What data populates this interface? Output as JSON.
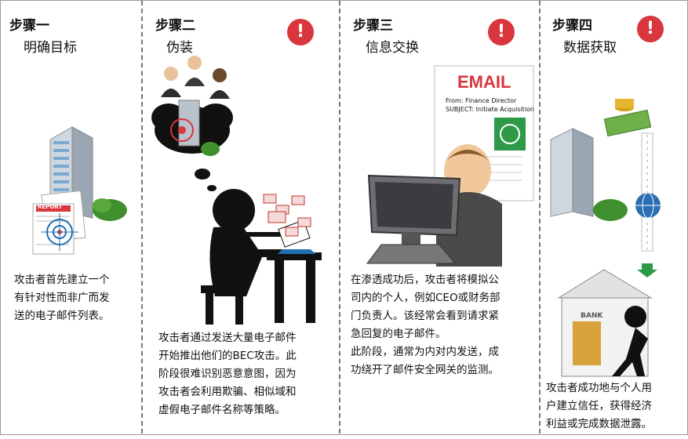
{
  "steps": [
    {
      "title": "步骤一",
      "subtitle": "明确目标",
      "description": [
        "攻击者首先建立一个",
        "有针对性而非广而发",
        "送的电子邮件列表。"
      ],
      "report_label": "REPORT"
    },
    {
      "title": "步骤二",
      "subtitle": "伪装",
      "description": [
        "攻击者通过发送大量电子邮件",
        "开始推出他们的BEC攻击。此",
        "阶段很难识别恶意意图，因为",
        "攻击者会利用欺骗、相似域和",
        "虚假电子邮件名称等策略。"
      ]
    },
    {
      "title": "步骤三",
      "subtitle": "信息交换",
      "description": [
        "在渗透成功后，攻击者将模拟公",
        "司内的个人，例如CEO或财务部",
        "门负责人。该经常会看到请求紧",
        "急回复的电子邮件。",
        "此阶段，通常为内对内发送，成",
        "功绕开了邮件安全网关的监测。"
      ],
      "email": {
        "heading": "EMAIL",
        "from": "From: Finance Director",
        "subject": "SUBJECT: Initiate Acquisition"
      }
    },
    {
      "title": "步骤四",
      "subtitle": "数据获取",
      "description": [
        "攻击者成功地与个人用",
        "户建立信任，获得经济",
        "利益或完成数据泄露。"
      ],
      "bank_label": "BANK"
    }
  ],
  "warning_glyph": "!",
  "colors": {
    "warning": "#d9363e",
    "divider": "#777777"
  }
}
